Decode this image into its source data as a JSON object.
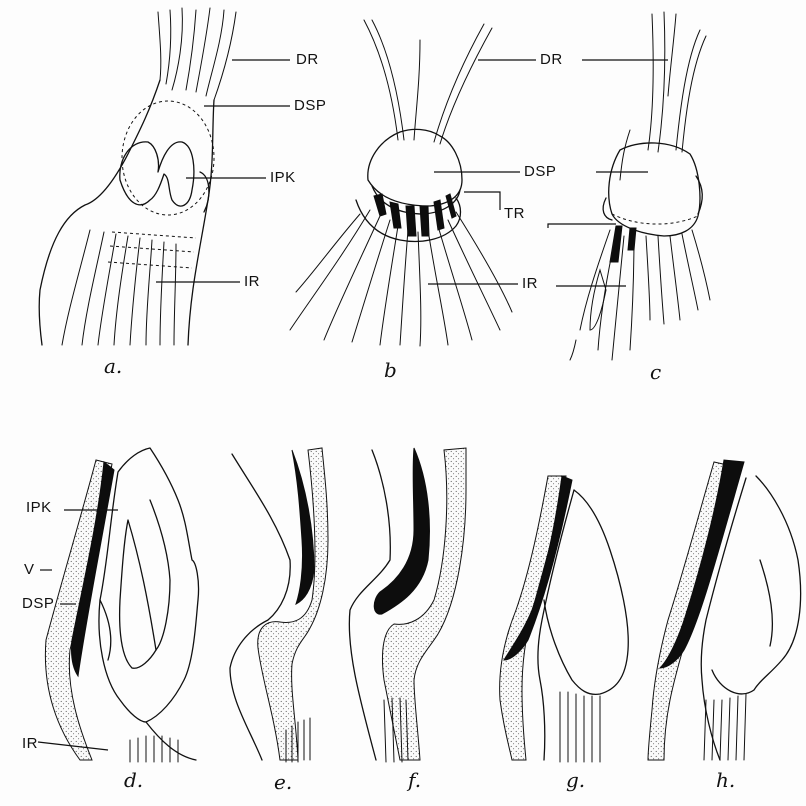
{
  "labels": {
    "dr": "DR",
    "dsp": "DSP",
    "ipk": "IPK",
    "ir": "IR",
    "tr": "TR",
    "v": "V"
  },
  "panels": {
    "a": "a.",
    "b": "b",
    "c": "c",
    "d": "d.",
    "e": "e.",
    "f": "f.",
    "g": "g.",
    "h": "h."
  }
}
